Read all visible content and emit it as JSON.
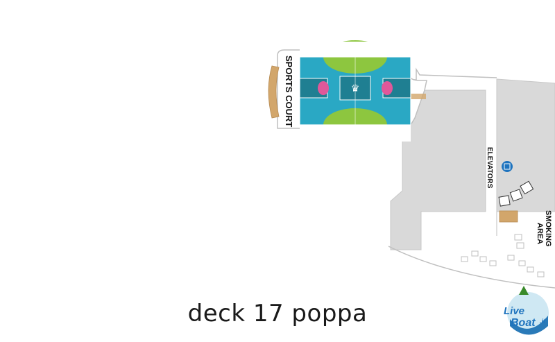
{
  "deck_title": "deck 17 poppa",
  "areas": {
    "sports_court": "SPORTS COURT",
    "elevators": "ELEVATORS",
    "smoking_area_line1": "SMOKING",
    "smoking_area_line2": "AREA"
  },
  "logo": {
    "text_live": "Live",
    "text_boat": "Boat",
    "text_suffix": ".it"
  },
  "icons": [
    "elevator-icon",
    "restroom-icon"
  ],
  "colors": {
    "deck_floor": "#d9d9d9",
    "outline": "#bfbfbf",
    "court_blue": "#2aa8c4",
    "court_green": "#8dc63f",
    "court_pink": "#e0589a",
    "court_teal": "#1f7f92",
    "seating_tan": "#d2a66b",
    "icon_blue": "#1e73be"
  }
}
